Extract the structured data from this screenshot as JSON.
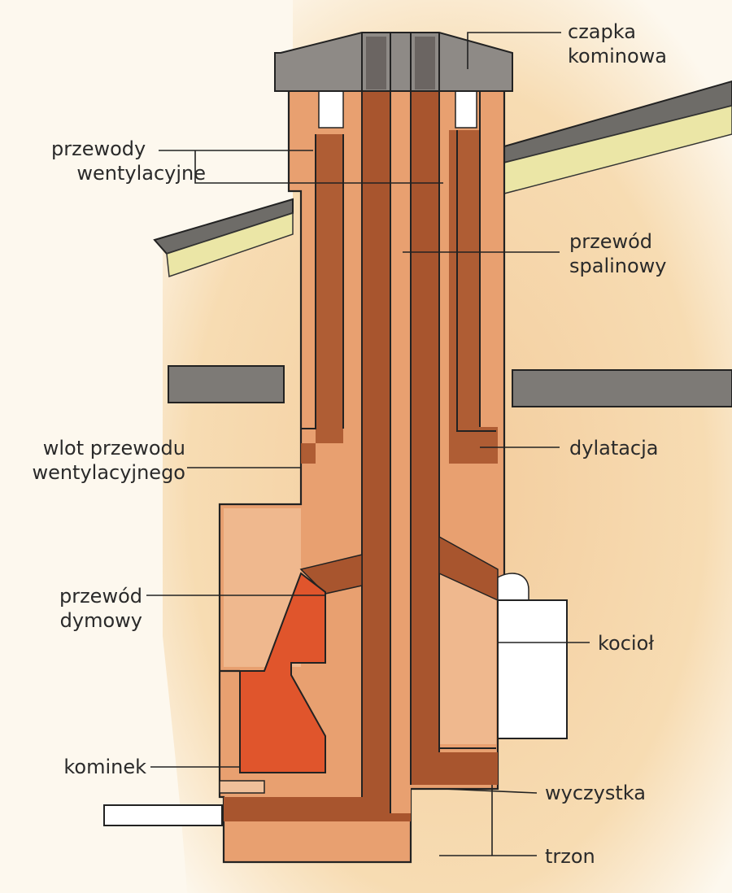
{
  "labels": {
    "czapka_kominowa": [
      "czapka",
      "kominowa"
    ],
    "przewody_wentylacyjne": [
      "przewody",
      "wentylacyjne"
    ],
    "przewod_spalinowy": [
      "przewód",
      "spalinowy"
    ],
    "wlot_przewodu": [
      "wlot przewodu",
      "wentylacyjnego"
    ],
    "dylatacja": "dylatacja",
    "przewod_dymowy": [
      "przewód",
      "dymowy"
    ],
    "kociol": "kocioł",
    "kominek": "kominek",
    "wyczystka": "wyczystka",
    "trzon": "trzon"
  },
  "colors": {
    "background": "#fdf8ee",
    "wall": "#f3cf9a",
    "brick": "#e8a070",
    "brick_light": "#efb88e",
    "flue": "#a8552e",
    "firebox": "#e0552c",
    "cap": "#8e8a86",
    "roof": "#e8e5a0",
    "outline": "#222222",
    "label_text": "#2a2a2a"
  }
}
